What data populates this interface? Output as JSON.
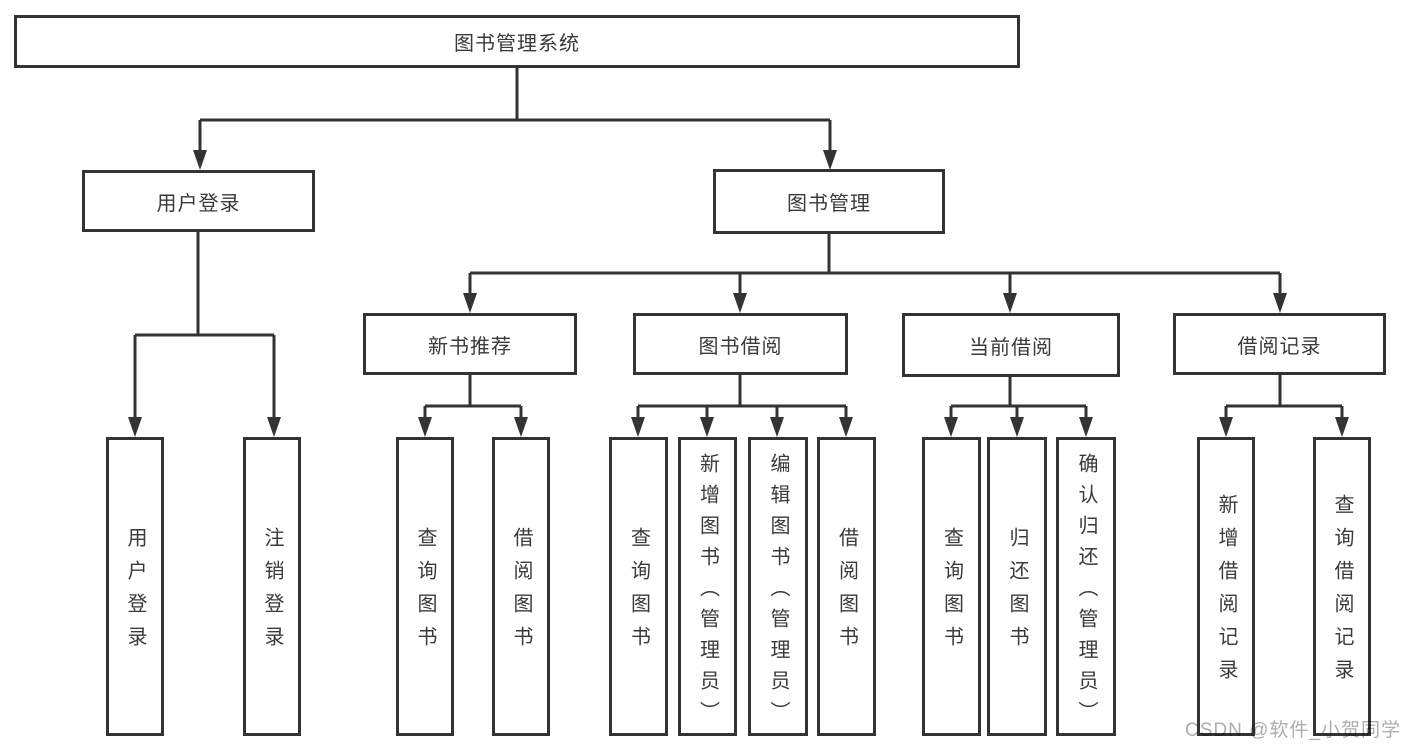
{
  "diagram_title": "图书管理系统",
  "tree": {
    "root": {
      "label": "图书管理系统",
      "children": [
        {
          "label": "用户登录",
          "children": [
            {
              "label": "用户登录"
            },
            {
              "label": "注销登录"
            }
          ]
        },
        {
          "label": "图书管理",
          "children": [
            {
              "label": "新书推荐",
              "children": [
                {
                  "label": "查询图书"
                },
                {
                  "label": "借阅图书"
                }
              ]
            },
            {
              "label": "图书借阅",
              "children": [
                {
                  "label": "查询图书"
                },
                {
                  "label": "新增图书（管理员）"
                },
                {
                  "label": "编辑图书（管理员）"
                },
                {
                  "label": "借阅图书"
                }
              ]
            },
            {
              "label": "当前借阅",
              "children": [
                {
                  "label": "查询图书"
                },
                {
                  "label": "归还图书"
                },
                {
                  "label": "确认归还（管理员）"
                }
              ]
            },
            {
              "label": "借阅记录",
              "children": [
                {
                  "label": "新增借阅记录"
                },
                {
                  "label": "查询借阅记录"
                }
              ]
            }
          ]
        }
      ]
    }
  },
  "watermark": {
    "text": "CSDN @软件_小贺同学"
  },
  "colors": {
    "line": "#333333",
    "box_border": "#333333",
    "box_background": "#ffffff",
    "text": "#3a3a3a",
    "watermark": "#aeaeae"
  }
}
